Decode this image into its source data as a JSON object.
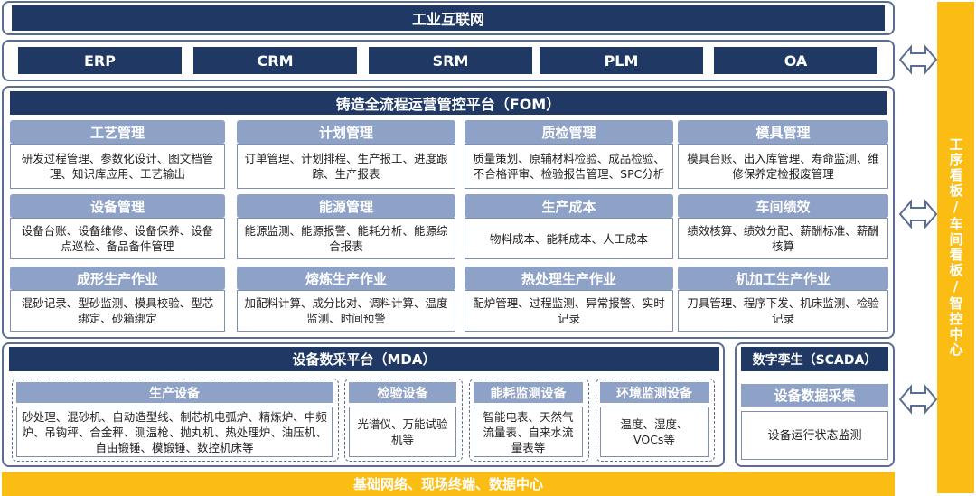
{
  "industrial_internet": "工业互联网",
  "systems": [
    "ERP",
    "CRM",
    "SRM",
    "PLM",
    "OA"
  ],
  "fom": {
    "title": "铸造全流程运营管控平台（FOM）",
    "modules": [
      {
        "title": "工艺管理",
        "body": "研发过程管理、参数化设计、图文档管理、知识库应用、工艺输出"
      },
      {
        "title": "计划管理",
        "body": "订单管理、计划排程、生产报工、进度跟踪、生产报表"
      },
      {
        "title": "质检管理",
        "body": "质量策划、原辅材料检验、成品检验、不合格评审、检验报告管理、SPC分析"
      },
      {
        "title": "模具管理",
        "body": "模具台账、出入库管理、寿命监测、维修保养定检报废管理"
      },
      {
        "title": "设备管理",
        "body": "设备台账、设备维修、设备保养、设备点巡检、备品备件管理"
      },
      {
        "title": "能源管理",
        "body": "能源监测、能源报警、能耗分析、能源综合报表"
      },
      {
        "title": "生产成本",
        "body": "物料成本、能耗成本、人工成本"
      },
      {
        "title": "车间绩效",
        "body": "绩效核算、绩效分配、薪酬标准、薪酬核算"
      },
      {
        "title": "成形生产作业",
        "body": "混砂记录、型砂监测、模具校验、型芯绑定、砂箱绑定"
      },
      {
        "title": "熔炼生产作业",
        "body": "加配料计算、成分比对、调料计算、温度监测、时间预警"
      },
      {
        "title": "热处理生产作业",
        "body": "配炉管理、过程监测、异常报警、实时记录"
      },
      {
        "title": "机加工生产作业",
        "body": "刀具管理、程序下发、机床监测、检验记录"
      }
    ]
  },
  "mda": {
    "title": "设备数采平台（MDA）",
    "groups": [
      {
        "title": "生产设备",
        "body": "砂处理、混砂机、自动造型线、制芯机电弧炉、精炼炉、中频炉、吊钩秤、合金秤、测温枪、抛丸机、热处理炉、油压机、自由锻锤、模锻锤、数控机床等"
      },
      {
        "title": "检验设备",
        "body": "光谱仪、万能试验机等"
      },
      {
        "title": "能耗监测设备",
        "body": "智能电表、天然气流量表、自来水流量表等"
      },
      {
        "title": "环境监测设备",
        "body": "温度、湿度、VOCs等"
      }
    ]
  },
  "scada": {
    "title": "数字孪生（SCADA）",
    "sub_title": "设备数据采集",
    "body": "设备运行状态监测"
  },
  "base": "基础网络、现场终端、数据中心",
  "side": "工序看板/车间看板/智控中心",
  "colors": {
    "navy": "#1f3864",
    "module_title": "#8ea2c8",
    "accent": "#fbbd14",
    "frame": "#5a6d93"
  }
}
